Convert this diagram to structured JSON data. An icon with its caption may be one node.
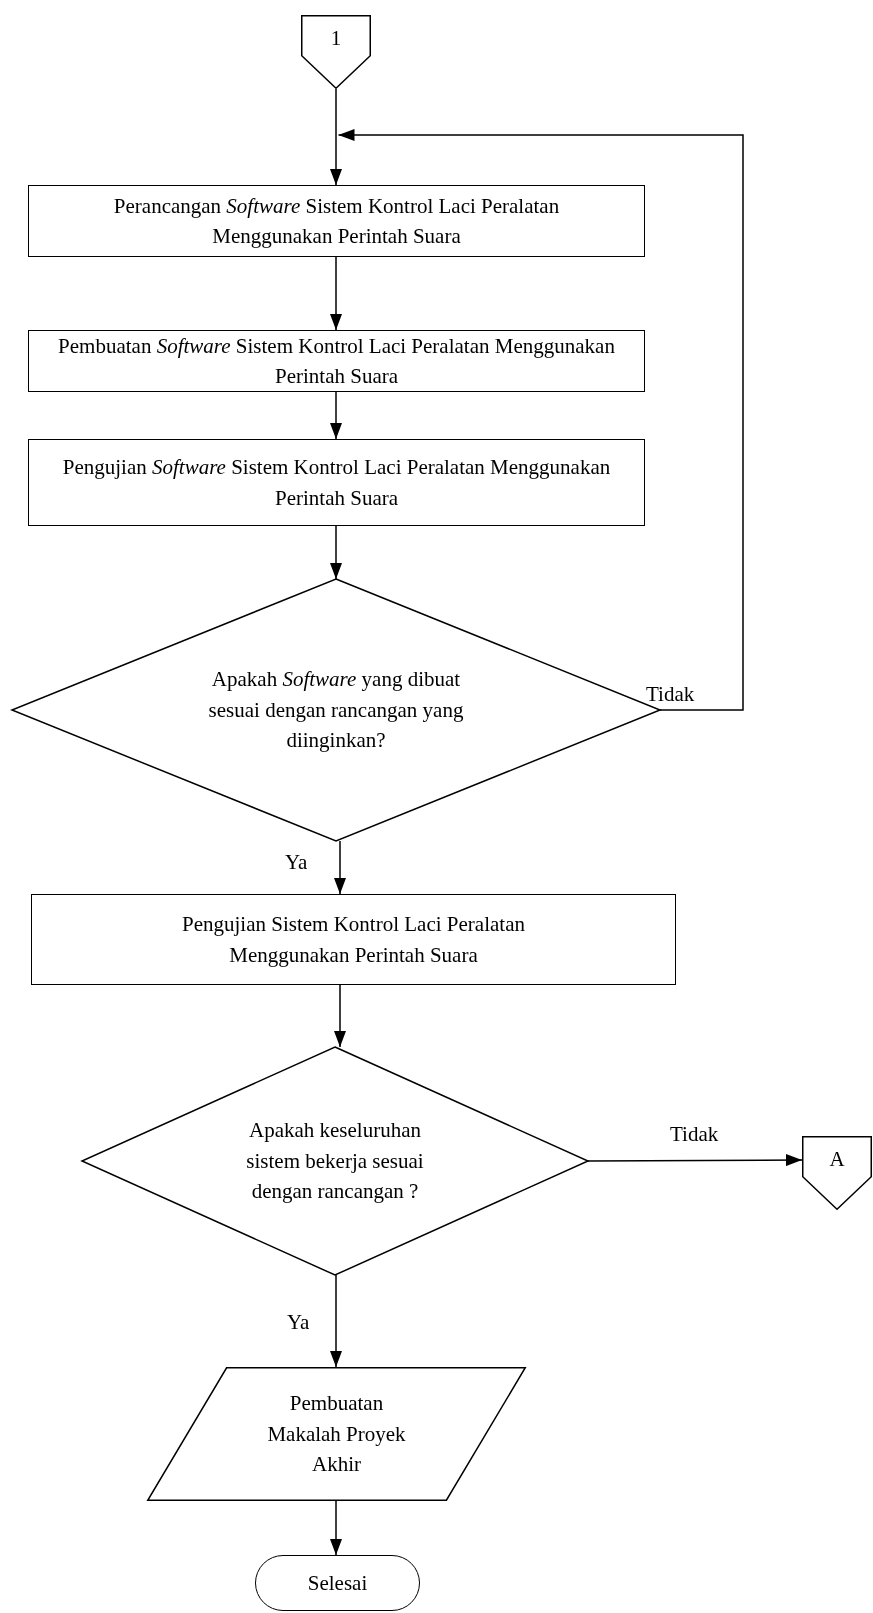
{
  "diagram": {
    "nodes": [
      {
        "text": [
          "1"
        ]
      },
      {
        "text": [
          "Perancangan *Software* Sistem Kontrol Laci Peralatan Menggunakan Perintah Suara"
        ]
      },
      {
        "text": [
          "Pembuatan *Software* Sistem Kontrol Laci Peralatan Menggunakan Perintah Suara"
        ]
      },
      {
        "text": [
          "Pengujian *Software* Sistem Kontrol Laci Peralatan Menggunakan Perintah Suara"
        ]
      },
      {
        "text": [
          "Apakah *Software* yang dibuat sesuai dengan rancangan yang diinginkan?"
        ]
      },
      {
        "text": [
          "Pengujian Sistem Kontrol Laci Peralatan Menggunakan Perintah Suara"
        ]
      },
      {
        "text": [
          "Apakah keseluruhan sistem bekerja sesuai dengan rancangan ?"
        ]
      },
      {
        "text": [
          "A"
        ]
      },
      {
        "text": [
          "Pembuatan Makalah Proyek Akhir"
        ]
      },
      {
        "text": [
          "Selesai"
        ]
      }
    ],
    "edges": [
      {
        "from": 0,
        "to": 1,
        "arrow": "to"
      },
      {
        "from": 1,
        "to": 2,
        "arrow": "to"
      },
      {
        "from": 2,
        "to": 3,
        "arrow": "to"
      },
      {
        "from": 3,
        "to": 4,
        "arrow": "to"
      },
      {
        "from": 4,
        "to": 1,
        "arrow": "to",
        "label": "Tidak"
      },
      {
        "from": 4,
        "to": 5,
        "arrow": "to",
        "label": "Ya"
      },
      {
        "from": 5,
        "to": 6,
        "arrow": "to"
      },
      {
        "from": 6,
        "to": 7,
        "arrow": "to",
        "label": "Tidak"
      },
      {
        "from": 6,
        "to": 8,
        "arrow": "to",
        "label": "Ya"
      },
      {
        "from": 8,
        "to": 9,
        "arrow": "to"
      }
    ]
  }
}
